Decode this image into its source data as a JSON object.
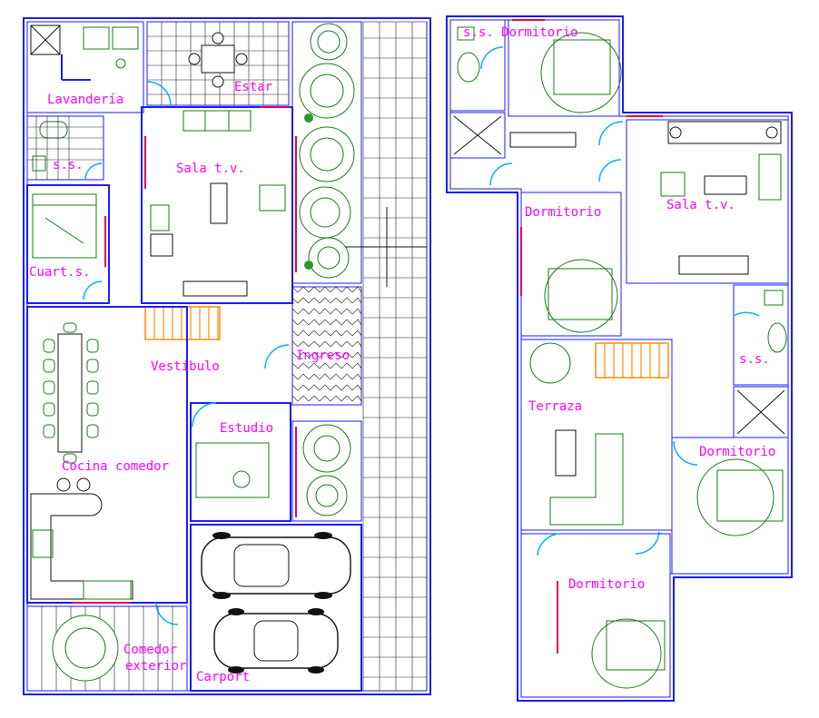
{
  "rooms": {
    "lavanderia": "Lavandería",
    "ss_ground": "s.s.",
    "cuartos": "Cuart.s.",
    "estar": "Estar",
    "sala_ground": "Sala t.v.",
    "vestibulo": "Vestíbulo",
    "ingreso": "Ingreso",
    "estudio": "Estudio",
    "cocina_comedor": "Cocina comedor",
    "comedor_exterior_1": "Comedor",
    "comedor_exterior_2": "exterior",
    "carport": "Carport",
    "ss_dormitorio": "s.s. Dormitorio",
    "sala_upper": "Sala t.v.",
    "dormitorio_1": "Dormitorio",
    "terraza": "Terraza",
    "ss_upper": "s.s.",
    "dormitorio_2": "Dormitorio",
    "dormitorio_3": "Dormitorio"
  },
  "colors": {
    "walls": "#1a1aff",
    "labels": "#ff00ff",
    "plants": "#1a7a1a",
    "doors": "#00b0ff",
    "windows": "#e0005a",
    "stairs": "#ff8c00"
  }
}
